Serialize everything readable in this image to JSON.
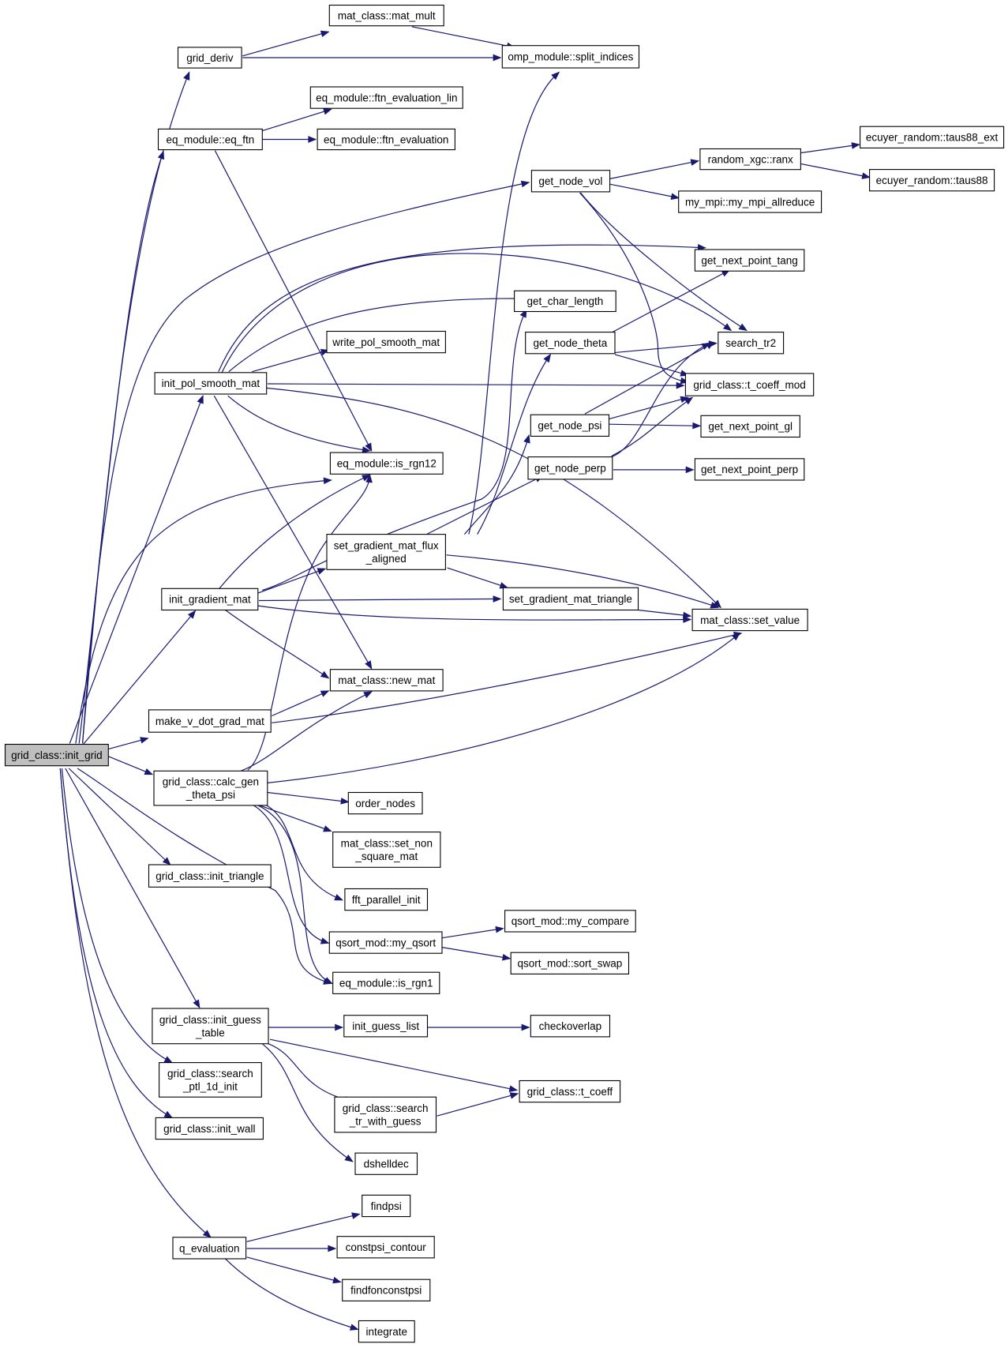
{
  "nodes": {
    "root": "grid_class::init_grid",
    "grid_deriv": "grid_deriv",
    "mat_mult": "mat_class::mat_mult",
    "split_indices": "omp_module::split_indices",
    "ftn_eval_lin": "eq_module::ftn_evaluation_lin",
    "eq_ftn": "eq_module::eq_ftn",
    "ftn_eval": "eq_module::ftn_evaluation",
    "taus88_ext": "ecuyer_random::taus88_ext",
    "ranx": "random_xgc::ranx",
    "taus88": "ecuyer_random::taus88",
    "get_node_vol": "get_node_vol",
    "my_mpi_allreduce": "my_mpi::my_mpi_allreduce",
    "get_next_point_tang": "get_next_point_tang",
    "get_char_length": "get_char_length",
    "write_pol_smooth_mat": "write_pol_smooth_mat",
    "get_node_theta": "get_node_theta",
    "search_tr2": "search_tr2",
    "init_pol_smooth_mat": "init_pol_smooth_mat",
    "t_coeff_mod": "grid_class::t_coeff_mod",
    "get_node_psi": "get_node_psi",
    "get_next_point_gl": "get_next_point_gl",
    "is_rgn12": "eq_module::is_rgn12",
    "get_node_perp": "get_node_perp",
    "get_next_point_perp": "get_next_point_perp",
    "set_gradient_mat_flux_aligned": [
      "set_gradient_mat_flux",
      "_aligned"
    ],
    "init_gradient_mat": "init_gradient_mat",
    "set_gradient_mat_triangle": "set_gradient_mat_triangle",
    "set_value": "mat_class::set_value",
    "new_mat": "mat_class::new_mat",
    "make_v_dot_grad_mat": "make_v_dot_grad_mat",
    "calc_gen_theta_psi": [
      "grid_class::calc_gen",
      "_theta_psi"
    ],
    "order_nodes": "order_nodes",
    "set_non_square_mat": [
      "mat_class::set_non",
      "_square_mat"
    ],
    "init_triangle": "grid_class::init_triangle",
    "fft_parallel_init": "fft_parallel_init",
    "my_compare": "qsort_mod::my_compare",
    "my_qsort": "qsort_mod::my_qsort",
    "sort_swap": "qsort_mod::sort_swap",
    "is_rgn1": "eq_module::is_rgn1",
    "init_guess_table": [
      "grid_class::init_guess",
      "_table"
    ],
    "init_guess_list": "init_guess_list",
    "checkoverlap": "checkoverlap",
    "search_ptl_1d_init": [
      "grid_class::search",
      "_ptl_1d_init"
    ],
    "t_coeff": "grid_class::t_coeff",
    "search_tr_with_guess": [
      "grid_class::search",
      "_tr_with_guess"
    ],
    "init_wall": "grid_class::init_wall",
    "dshelldec": "dshelldec",
    "findpsi": "findpsi",
    "q_evaluation": "q_evaluation",
    "constpsi_contour": "constpsi_contour",
    "findfonconstpsi": "findfonconstpsi",
    "integrate": "integrate"
  },
  "colors": {
    "edge": "#191970",
    "root_fill": "#bfbfbf",
    "node_fill": "#ffffff",
    "node_border": "#000000"
  }
}
